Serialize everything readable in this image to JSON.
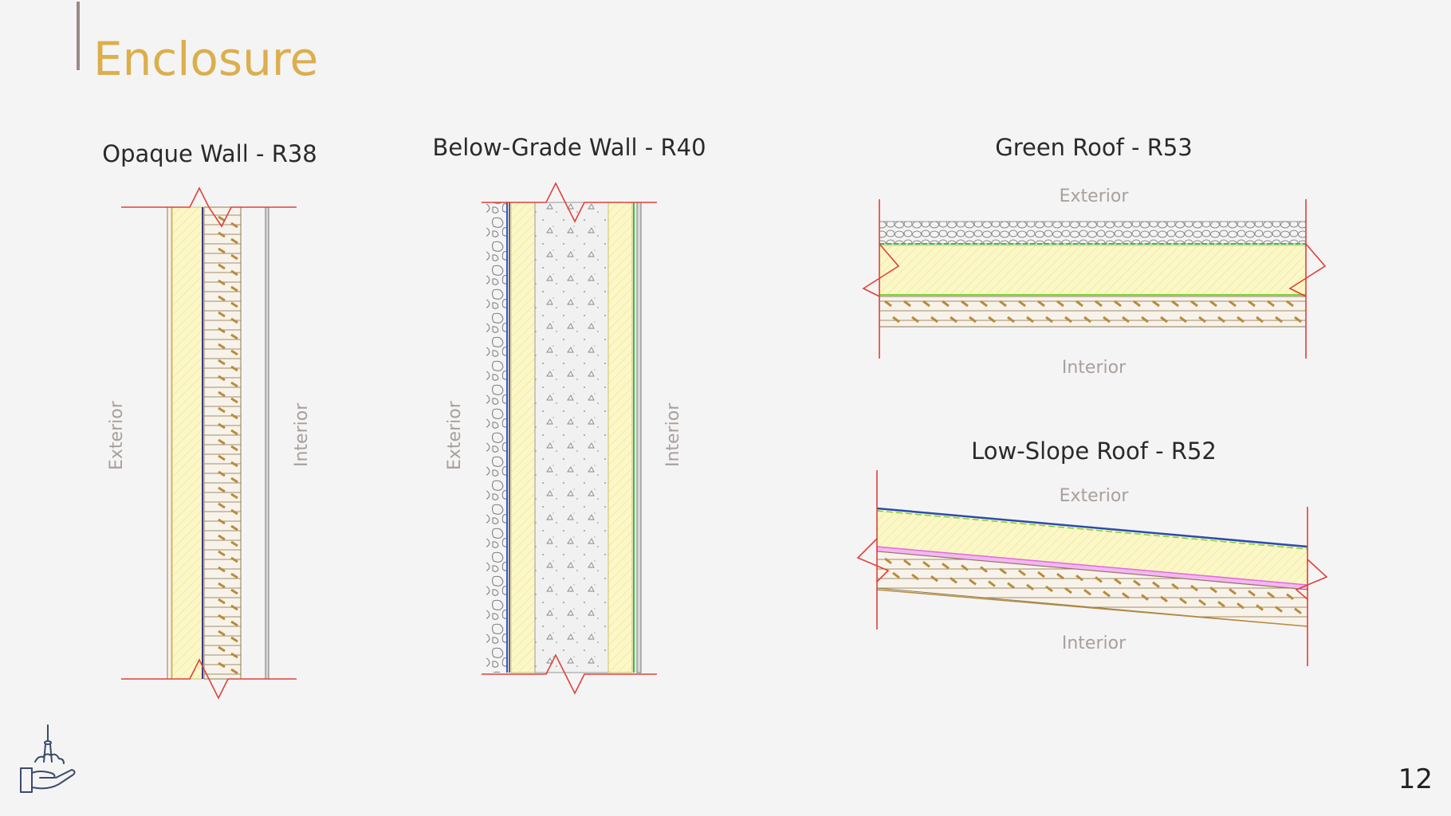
{
  "page": {
    "title": "Enclosure",
    "page_number": "12",
    "accent_color": "#dcae4c"
  },
  "diagrams": {
    "opaque_wall": {
      "title": "Opaque Wall - R38",
      "exterior": "Exterior",
      "interior": "Interior"
    },
    "below_grade_wall": {
      "title": "Below-Grade Wall - R40",
      "exterior": "Exterior",
      "interior": "Interior"
    },
    "green_roof": {
      "title": "Green Roof - R53",
      "exterior": "Exterior",
      "interior": "Interior"
    },
    "low_slope_roof": {
      "title": "Low-Slope Roof - R52",
      "exterior": "Exterior",
      "interior": "Interior"
    }
  },
  "colors": {
    "break_line": "#e0403a",
    "insulation_fill": "#fbf7c8",
    "insulation_hatch": "#ece476",
    "wood": "#b88b3c",
    "concrete": "#f0f0f0",
    "membrane": "#e26adf"
  },
  "icons": {
    "logo": "city-tower-hand-icon"
  }
}
